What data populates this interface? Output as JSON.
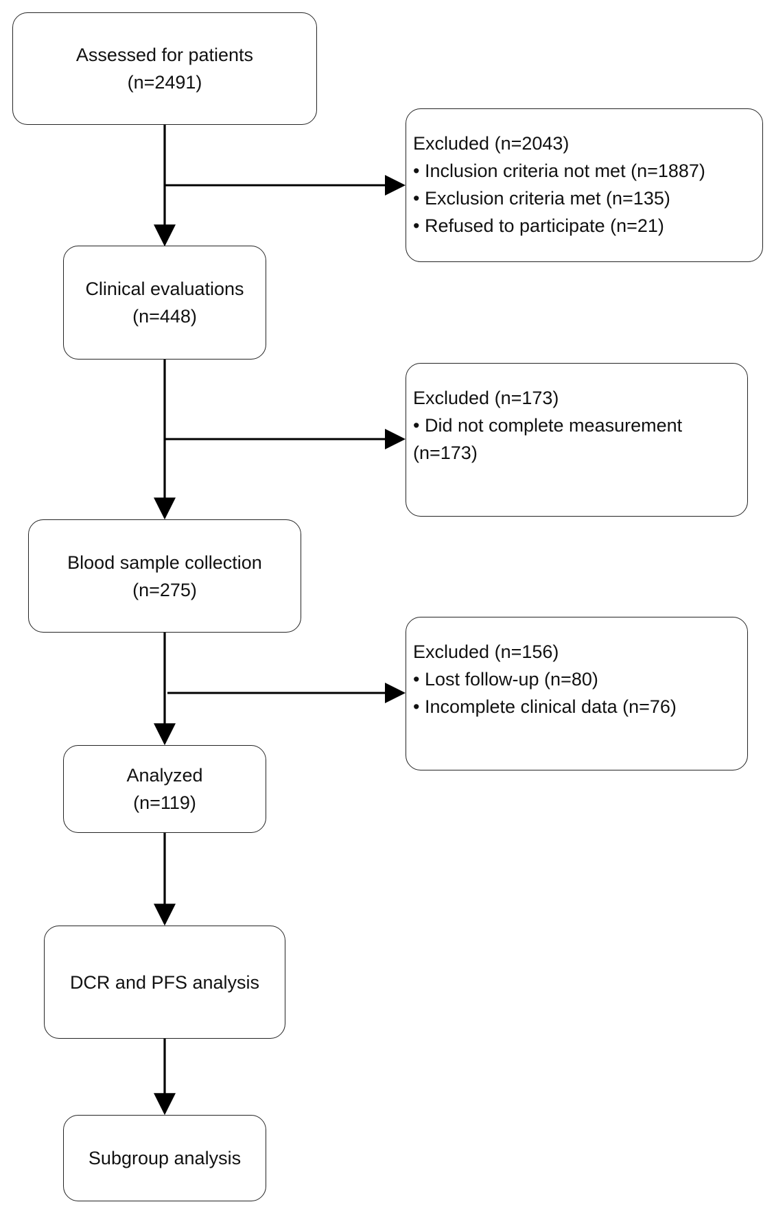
{
  "main_steps": [
    {
      "title": "Assessed for patients",
      "count": "(n=2491)"
    },
    {
      "title": "Clinical evaluations",
      "count": "(n=448)"
    },
    {
      "title": "Blood sample collection",
      "count": "(n=275)"
    },
    {
      "title": "Analyzed",
      "count": "(n=119)"
    },
    {
      "title": "DCR and PFS analysis",
      "count": ""
    },
    {
      "title": "Subgroup analysis",
      "count": ""
    }
  ],
  "exclusions": [
    {
      "heading": "Excluded (n=2043)",
      "items": [
        "• Inclusion criteria not met (n=1887)",
        "• Exclusion criteria met (n=135)",
        "• Refused to participate (n=21)"
      ]
    },
    {
      "heading": "Excluded (n=173)",
      "items": [
        "• Did not complete measurement",
        "(n=173)"
      ]
    },
    {
      "heading": "Excluded (n=156)",
      "items": [
        "• Lost follow-up (n=80)",
        "• Incomplete clinical data (n=76)"
      ]
    }
  ]
}
